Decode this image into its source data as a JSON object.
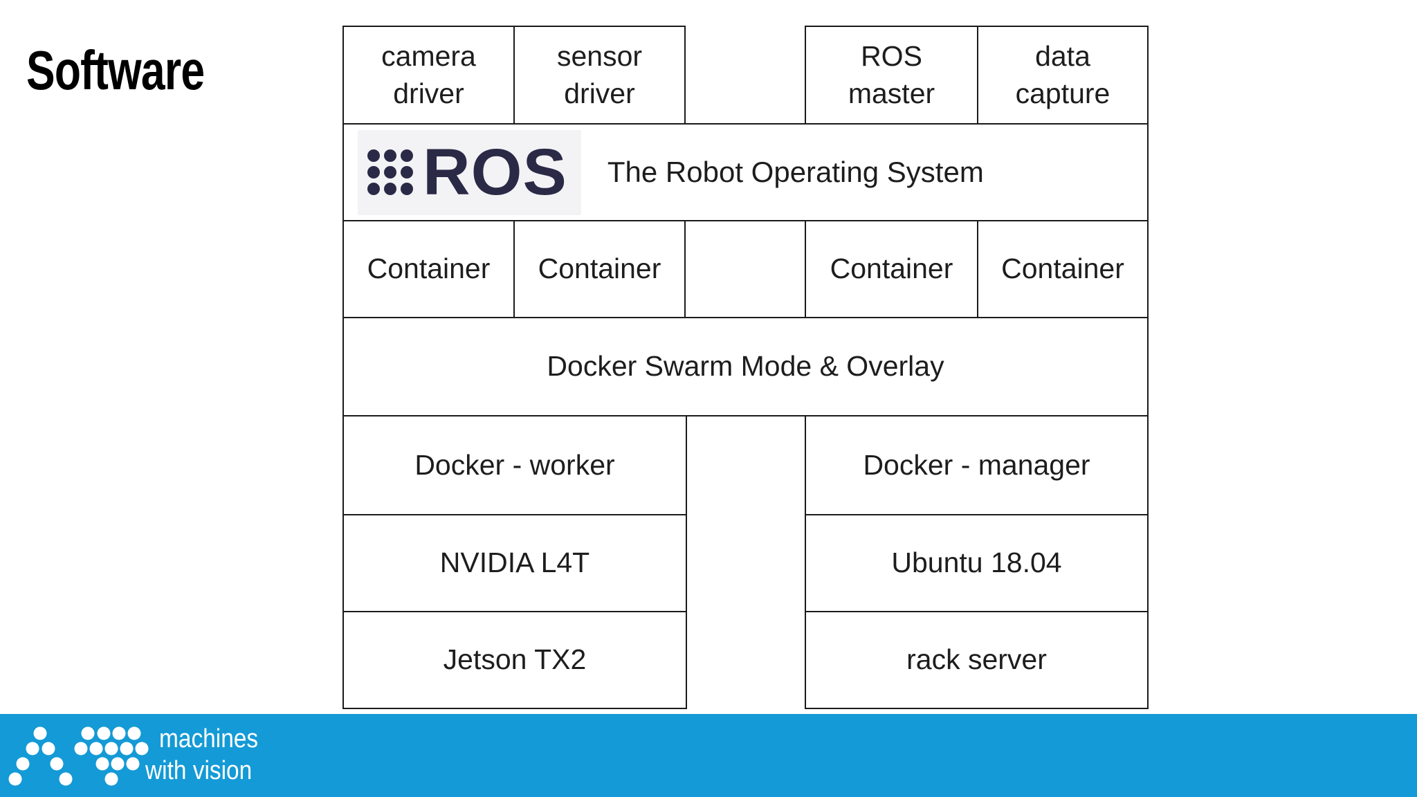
{
  "slide": {
    "title": "Software"
  },
  "diagram": {
    "top_row": [
      {
        "label": "camera\ndriver"
      },
      {
        "label": "sensor\ndriver"
      },
      {
        "label": "ROS\nmaster"
      },
      {
        "label": "data\ncapture"
      }
    ],
    "ros_row": {
      "wordmark": "ROS",
      "tagline": "The Robot Operating System"
    },
    "container_row": [
      "Container",
      "Container",
      "Container",
      "Container"
    ],
    "swarm_row": "Docker Swarm Mode & Overlay",
    "node_rows": {
      "left": [
        "Docker - worker",
        "NVIDIA L4T",
        "Jetson TX2"
      ],
      "right": [
        "Docker - manager",
        "Ubuntu 18.04",
        "rack server"
      ]
    }
  },
  "footer": {
    "line1": "machines",
    "line2": "with vision"
  },
  "icons": {
    "ros_dots": "ros-nine-dots-icon",
    "footer_mark": "machines-with-vision-mark-icon"
  },
  "colors": {
    "ros-navy": "#2a2a47",
    "footer-blue": "#149ad6",
    "border": "#1a1a1a"
  }
}
